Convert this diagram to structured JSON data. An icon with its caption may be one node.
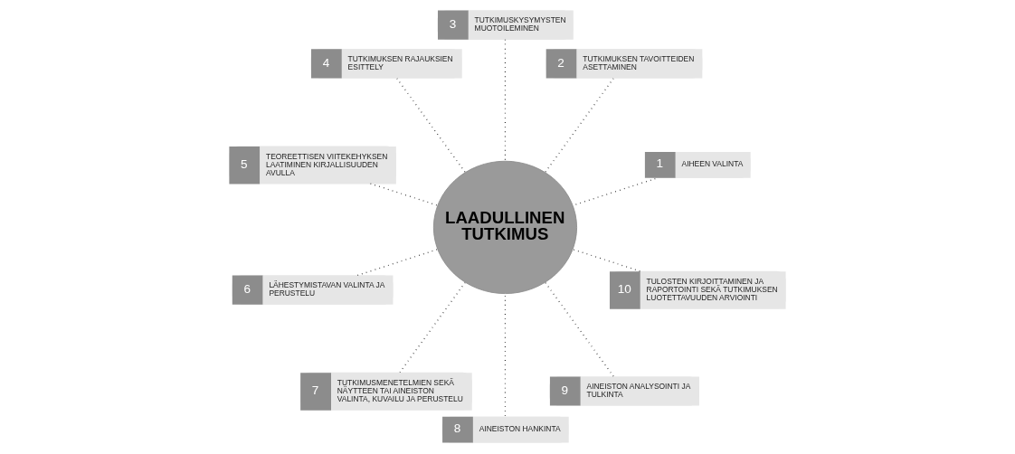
{
  "diagram": {
    "nodes": [
      {
        "text": [
          "LAADULLINEN TUTKIMUS"
        ]
      },
      {
        "text": [
          "1",
          "AIHEEN VALINTA"
        ]
      },
      {
        "text": [
          "2",
          "TUTKIMUKSEN TAVOITTEIDEN ASETTAMINEN"
        ]
      },
      {
        "text": [
          "3",
          "TUTKIMUSKYSYMYSTEN MUOTOILEMINEN"
        ]
      },
      {
        "text": [
          "4",
          "TUTKIMUKSEN RAJAUKSIEN ESITTELY"
        ]
      },
      {
        "text": [
          "5",
          "TEOREETTISEN VIITEKEHYKSEN LAATIMINEN KIRJALLISUUDEN AVULLA"
        ]
      },
      {
        "text": [
          "6",
          "LÄHESTYMISTAVAN VALINTA JA PERUSTELU"
        ]
      },
      {
        "text": [
          "7",
          "TUTKIMUSMENETELMIEN SEKÄ NÄYTTEEN TAI AINEISTON VALINTA, KUVAILU JA PERUSTELU"
        ]
      },
      {
        "text": [
          "8",
          "AINEISTON HANKINTA"
        ]
      },
      {
        "text": [
          "9",
          "AINEISTON ANALYSOINTI JA TULKINTA"
        ]
      },
      {
        "text": [
          "10",
          "TULOSTEN KIRJOITTAMINEN JA RAPORTOINTI SEKÄ TUTKIMUKSEN LUOTETTAVUUDEN ARVIOINTI"
        ]
      }
    ],
    "edges": [
      {
        "from": 1,
        "to": 0,
        "arrow": "none",
        "style": "dashed"
      },
      {
        "from": 2,
        "to": 0,
        "arrow": "none",
        "style": "dashed"
      },
      {
        "from": 3,
        "to": 0,
        "arrow": "none",
        "style": "dashed"
      },
      {
        "from": 4,
        "to": 0,
        "arrow": "none",
        "style": "dashed"
      },
      {
        "from": 5,
        "to": 0,
        "arrow": "none",
        "style": "dashed"
      },
      {
        "from": 6,
        "to": 0,
        "arrow": "none",
        "style": "dashed"
      },
      {
        "from": 7,
        "to": 0,
        "arrow": "none",
        "style": "dashed"
      },
      {
        "from": 8,
        "to": 0,
        "arrow": "none",
        "style": "dashed"
      },
      {
        "from": 9,
        "to": 0,
        "arrow": "none",
        "style": "dashed"
      },
      {
        "from": 10,
        "to": 0,
        "arrow": "none",
        "style": "dashed"
      }
    ]
  }
}
